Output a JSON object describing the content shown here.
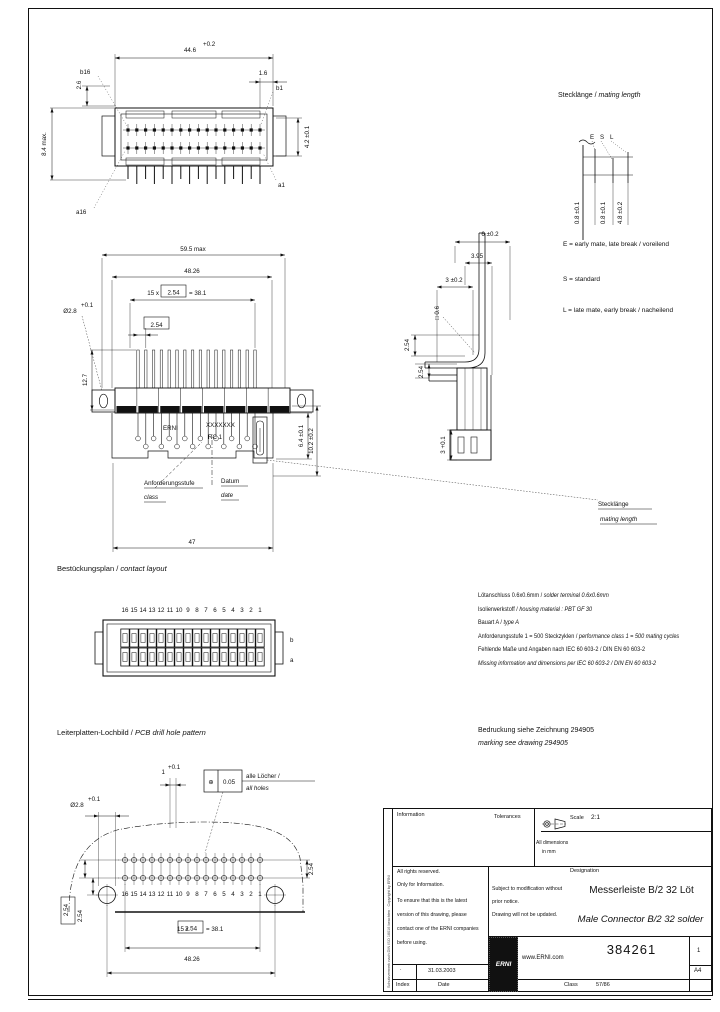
{
  "pin_numbers": [
    "16",
    "15",
    "14",
    "13",
    "12",
    "11",
    "10",
    "9",
    "8",
    "7",
    "6",
    "5",
    "4",
    "3",
    "2",
    "1"
  ],
  "top_view": {
    "dim_width": "44.6",
    "dim_width_tol": "+0.2",
    "dim_end": "1.6",
    "dim_26": "2.6",
    "dim_84": "8.4 max.",
    "dim_42": "4.2 ±0.1",
    "label_b16": "b16",
    "label_a16": "a16",
    "label_b1": "b1",
    "label_a1": "a1"
  },
  "front_view": {
    "dim_total": "59.5 max",
    "dim_4826": "48.26",
    "dim_pitch_pre": "15 x",
    "dim_pitch": "2.54",
    "dim_pitch_post": "= 38.1",
    "dim_pitch_single": "2.54",
    "dim_hole": "Ø2.8",
    "dim_hole_tol": "+0.1",
    "dim_127": "12.7",
    "dim_64": "6.4 ±0.1",
    "dim_102": "10.2 ±0.2",
    "dim_47": "47",
    "brand": "ERNI",
    "marking_x": "XXXXXXX",
    "marking_rc": "RC 1",
    "req_de": "Anforderungsstufe",
    "req_en": "class",
    "date_de": "Datum",
    "date_en": "date",
    "mate_de": "Stecklänge",
    "mate_en": "mating length"
  },
  "side_view": {
    "dim_6": "6 ±0.2",
    "dim_395": "3.95",
    "dim_3": "3 ±0.2",
    "dim_sq": "□ 0.6",
    "dim_254a": "2.54",
    "dim_254b": "2.54",
    "dim_3b": "3 +0.1"
  },
  "mating": {
    "title_de": "Stecklänge /",
    "title_en": "mating length",
    "esl": [
      "E",
      "S",
      "L"
    ],
    "dims": [
      "0.8 ±0.1",
      "0.8 ±0.1",
      "4.8 ±0.2"
    ],
    "legend": [
      "E = early mate, late break / voreilend",
      "S = standard",
      "L = late mate, early break / nacheilend"
    ]
  },
  "contact_layout": {
    "title_de": "Bestückungsplan /",
    "title_en": "contact layout",
    "row_b": "b",
    "row_a": "a"
  },
  "notes": [
    {
      "de": "Lötanschluss 0.6x0.6mm /",
      "en": "solder terminal 0.6x0.6mm"
    },
    {
      "de": "Isolierwerkstoff /",
      "en": "housing material : PBT GF 30"
    },
    {
      "de": "Bauart A /",
      "en": "type A"
    },
    {
      "de": "Anforderungsstufe 1 = 500 Steckzyklen /",
      "en": "performance class 1 = 500 mating cycles"
    },
    {
      "de": "Fehlende Maße und Angaben nach IEC 60 603-2 / DIN EN 60 603-2",
      "en": ""
    },
    {
      "de": "",
      "en": "Missing information and dimensions per IEC 60 603-2 / DIN EN 60 603-2"
    }
  ],
  "pcb": {
    "title_de": "Leiterplatten-Lochbild /",
    "title_en": "PCB drill hole pattern",
    "dim_hole": "Ø2.8",
    "dim_hole_tol": "+0.1",
    "dim_1": "1",
    "dim_1_tol": "+0.1",
    "tol_sym": "⊕",
    "tol_val": "0.05",
    "holes_de": "alle Löcher /",
    "holes_en": "all holes",
    "dim_pitch_pre": "15 x",
    "dim_pitch": "2.54",
    "dim_pitch_post": "= 38.1",
    "dim_4826": "48.26",
    "dim_254_boxed": "2.54",
    "dim_254": "2.54",
    "dim_row": "2.54"
  },
  "marking_note": {
    "de": "Bedruckung siehe Zeichnung 294905",
    "en": "marking see drawing 294905"
  },
  "titleblock": {
    "information": "Information",
    "tolerances": "Tolerances",
    "scale_label": "Scale",
    "scale_value": "2:1",
    "dims_note1": "All dimensions",
    "dims_note2": "in mm",
    "rights": [
      "All rights reserved.",
      "Only for Information.",
      "To ensure that this is the latest",
      "version of this drawing, please",
      "contact one of the ERNI companies",
      "before using."
    ],
    "modification": [
      "Subject to modification without",
      "prior notice.",
      "Drawing will not be updated."
    ],
    "designation_label": "Designation",
    "designation_de": "Messerleiste B/2 32 Löt",
    "designation_en": "Male Connector B/2 32 solder",
    "logo": "ERNI",
    "website": "www.ERNI.com",
    "part_number": "384261",
    "sheet": "1",
    "format": "A4",
    "index_value": ".",
    "date_value": "31.03.2003",
    "index_label": "Index",
    "date_label": "Date",
    "class_label": "Class",
    "class_value": "57/86",
    "side_note": "Schutzvermerk nach DIN ISO 16016 beachten · Copyright by ERNI"
  }
}
